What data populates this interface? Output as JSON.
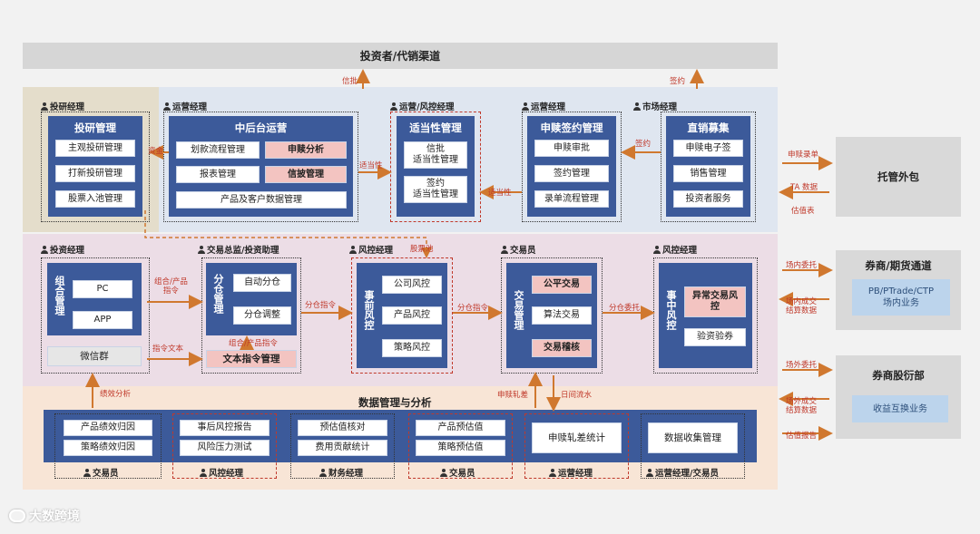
{
  "top_bar": "投资者/代销渠道",
  "roles": {
    "research_mgr": "投研经理",
    "ops_mgr": "运营经理",
    "ops_risk_mgr": "运营/风控经理",
    "ops_mgr2": "运营经理",
    "market_mgr": "市场经理",
    "invest_mgr": "投资经理",
    "trade_head": "交易总监/投资助理",
    "risk_mgr": "风控经理",
    "trader": "交易员",
    "risk_mgr2": "风控经理"
  },
  "research": {
    "title": "投研管理",
    "items": [
      "主观投研管理",
      "打新投研管理",
      "股票入池管理"
    ]
  },
  "midback": {
    "title": "中后台运营",
    "items": [
      "划款流程管理",
      "申赎分析",
      "报表管理",
      "信披管理",
      "产品及客户数据管理"
    ]
  },
  "suitability": {
    "title": "适当性管理",
    "items": [
      "信批\n适当性管理",
      "签约\n适当性管理"
    ]
  },
  "signing": {
    "title": "申赎签约管理",
    "items": [
      "申赎审批",
      "签约管理",
      "录单流程管理"
    ]
  },
  "direct": {
    "title": "直销募集",
    "items": [
      "申赎电子签",
      "销售管理",
      "投资者服务"
    ]
  },
  "portfolio": {
    "title": "组合管理",
    "items": [
      "PC",
      "APP",
      "微信群"
    ]
  },
  "position": {
    "title": "分仓管理",
    "items": [
      "自动分仓",
      "分仓调整"
    ],
    "text_order": "文本指令管理"
  },
  "pretrade": {
    "title": "事前风控",
    "items": [
      "公司风控",
      "产品风控",
      "策略风控"
    ]
  },
  "trading": {
    "title": "交易管理",
    "items": [
      "公平交易",
      "算法交易",
      "交易稽核"
    ]
  },
  "intrade": {
    "title": "事中风控",
    "items": [
      "异常交易风控",
      "验资验券"
    ]
  },
  "data_title": "数据管理与分析",
  "data_groups": [
    {
      "items": [
        "产品绩效归因",
        "策略绩效归因"
      ],
      "role": "交易员"
    },
    {
      "items": [
        "事后风控报告",
        "风险压力测试"
      ],
      "role": "风控经理"
    },
    {
      "items": [
        "预估值核对",
        "费用贡献统计"
      ],
      "role": "财务经理"
    },
    {
      "items": [
        "产品预估值",
        "策略预估值"
      ],
      "role": "交易员"
    },
    {
      "items": [
        "申赎轧差统计"
      ],
      "role": "运营经理"
    },
    {
      "items": [
        "数据收集管理"
      ],
      "role": "运营经理/交易员"
    }
  ],
  "labels": {
    "xinpi": "信批",
    "qianyue": "签约",
    "zijin": "资金",
    "shidangxing": "适当性",
    "shidangxing2": "适当性",
    "qianyue2": "签约",
    "gupiaochi": "股票池",
    "zuhe_chanpin_zhiling": "组合/产品\n指令",
    "zhiling_wenben": "指令文本",
    "zuhe_chanpin_zhiling2": "组合/产品指令",
    "fencang_zhiling": "分仓指令",
    "fencang_zhiling2": "分仓指令",
    "fencang_weituo": "分仓委托",
    "jixiao_fenxi": "绩效分析",
    "shenshu_zhacha": "申赎轧差",
    "rijian_liushui": "日间流水",
    "shenshu_ludan": "申赎录单",
    "ta_shuju": "TA 数据",
    "guzhi_biao": "估值表",
    "changnei_weituo": "场内委托",
    "changnei_chengjiao": "场内成交\n结算数据",
    "changwai_weituo": "场外委托",
    "changwai_chengjiao": "场外成交\n结算数据",
    "guzhi_baogao": "估值报告"
  },
  "side": {
    "custody": {
      "title": "托管外包"
    },
    "broker": {
      "title": "券商/期货通道",
      "box": "PB/PTrade/CTP\n场内业务"
    },
    "broker2": {
      "title": "券商股衍部",
      "box": "收益互换业务"
    }
  },
  "watermark": "大数跨境",
  "colors": {
    "blue": "#3c5a9a",
    "pink": "#f3c4c1",
    "arrow": "#d0782f",
    "red": "#c0392b"
  }
}
